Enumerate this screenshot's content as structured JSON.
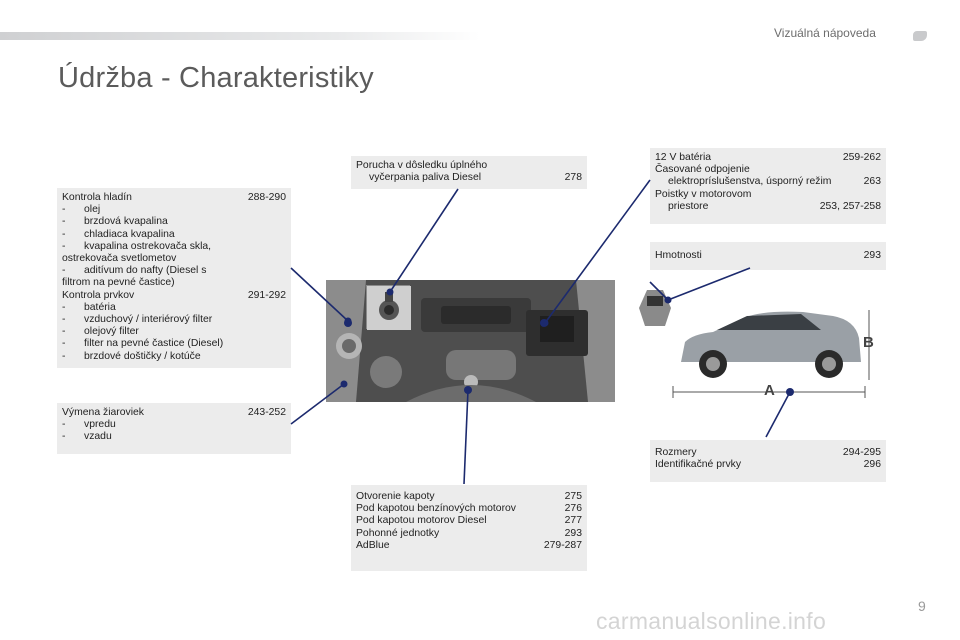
{
  "header": {
    "section": "Vizuálná nápoveda",
    "page_number": "9"
  },
  "title": "Údržba - Charakteristiky",
  "box_levels": {
    "item1_label": "Kontrola hladín",
    "item1_pages": "288-290",
    "item1_list": [
      "olej",
      "brzdová kvapalina",
      "chladiaca kvapalina"
    ],
    "item1_li4_a": "kvapalina ostrekovača skla,",
    "item1_li4_b": "ostrekovača svetlometov",
    "item1_li5_a": "aditívum do nafty (Diesel s",
    "item1_li5_b": "filtrom na pevné častice)",
    "item2_label": "Kontrola prvkov",
    "item2_pages": "291-292",
    "item2_list": [
      "batéria",
      "vzduchový / interiérový filter",
      "olejový filter",
      "filter na pevné častice (Diesel)",
      "brzdové doštičky / kotúče"
    ]
  },
  "box_bulbs": {
    "label": "Výmena žiaroviek",
    "pages": "243-252",
    "list": [
      "vpredu",
      "vzadu"
    ]
  },
  "box_fuel": {
    "line1": "Porucha v dôsledku úplného",
    "line2": "vyčerpania paliva Diesel",
    "pages": "278"
  },
  "box_battery": {
    "battery_label": "12 V batéria",
    "battery_pages": "259-262",
    "timer_line1": "Časované odpojenie",
    "timer_line2": "elektropríslušenstva, úsporný režim",
    "timer_pages": "263",
    "fuses_line1": "Poistky v motorovom",
    "fuses_line2": "priestore",
    "fuses_pages": "253, 257-258"
  },
  "box_weights": {
    "label": "Hmotnosti",
    "pages": "293"
  },
  "box_dimensions": {
    "dims_label": "Rozmery",
    "dims_pages": "294-295",
    "ident_label": "Identifikačné prvky",
    "ident_pages": "296"
  },
  "box_bonnet": {
    "rows": [
      {
        "label": "Otvorenie kapoty",
        "pages": "275"
      },
      {
        "label": "Pod kapotou benzínových motorov",
        "pages": "276"
      },
      {
        "label": "Pod kapotou motorov Diesel",
        "pages": "277"
      },
      {
        "label": "Pohonné jednotky",
        "pages": "293"
      },
      {
        "label": "AdBlue",
        "pages": "279-287"
      }
    ]
  },
  "car_labels": {
    "length": "A",
    "height": "B"
  },
  "dash": "-",
  "watermark": "carmanualsonline.info",
  "colors": {
    "callout_line": "#1c2a6e",
    "box_bg": "#ececec"
  }
}
